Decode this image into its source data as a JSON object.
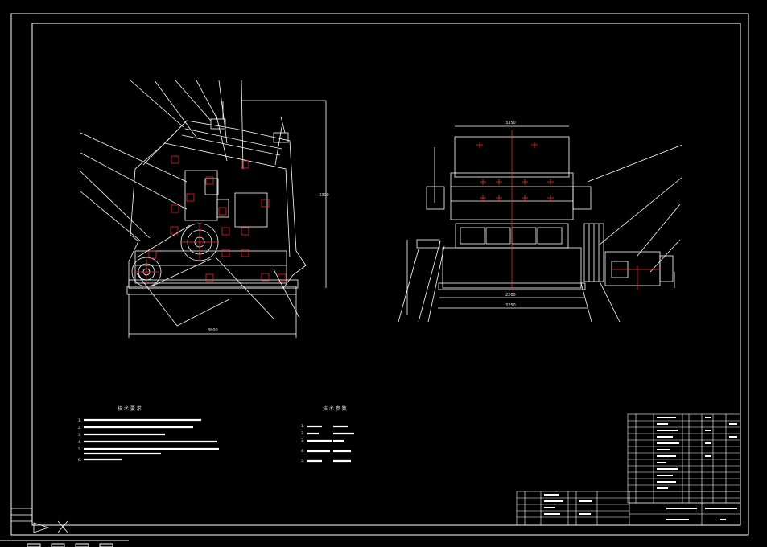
{
  "drawing": {
    "left_view_dim_width": "3800",
    "left_view_dim_height": "3300",
    "right_view_caption": "",
    "right_view_dim_top": "3350",
    "right_view_dim_mid": "2200",
    "right_view_dim_bottom": "3250",
    "notes_left_title": "技 术 要 求",
    "notes_right_title": "技 术 参 数",
    "notes_left_lines": [
      "1.",
      "2.",
      "3.",
      "4.",
      "5.",
      "6."
    ],
    "notes_right_labels": [
      "1.",
      "2.",
      "3.",
      "4.",
      "5."
    ],
    "notes_right_values": [
      "",
      "",
      "",
      "",
      ""
    ]
  },
  "colors": {
    "background": "#000000",
    "line": "#ffffff",
    "center_line": "#ff3030",
    "highlight": "#ff3030"
  }
}
